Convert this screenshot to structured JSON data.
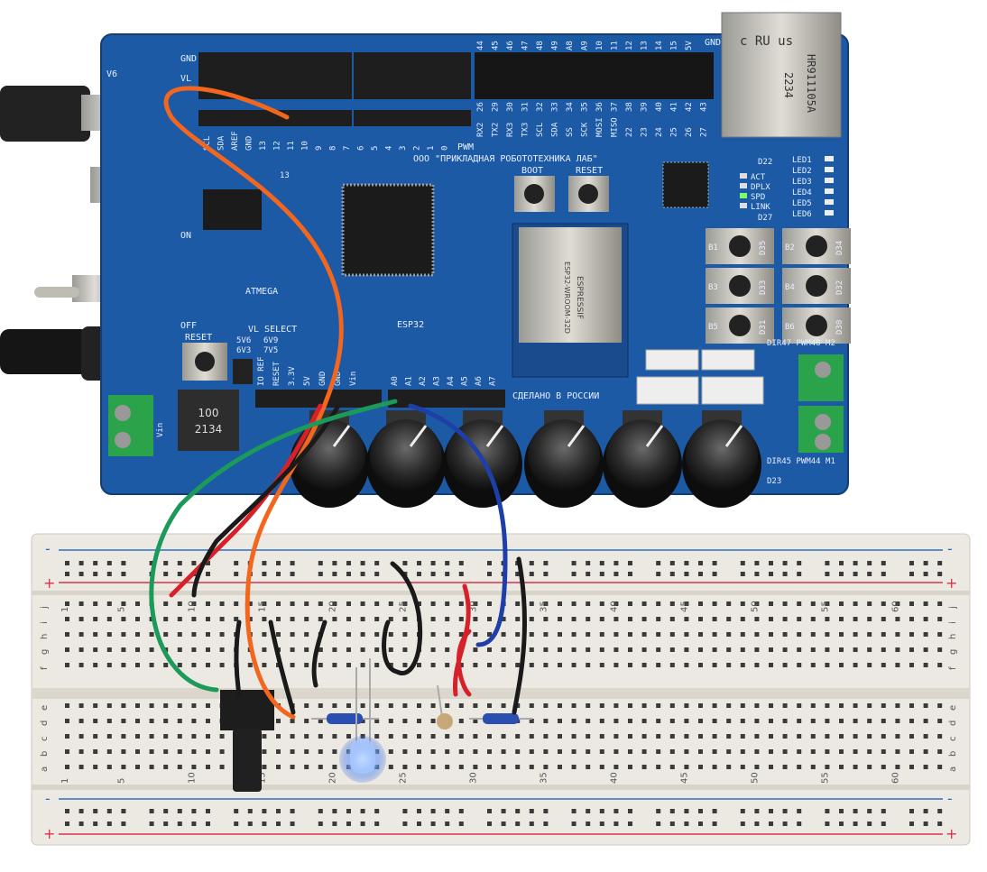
{
  "board": {
    "company": "ООО \"ПРИКЛАДНАЯ РОБОТОТЕХНИКА ЛАБ\"",
    "made_in": "СДЕЛАНО В РОССИИ",
    "pwm": "PWM",
    "boot": "BOOT",
    "reset": "RESET",
    "reset_left": "RESET",
    "esp32": "ESP32",
    "atmega": "ATMEGA",
    "vl_select": "VL SELECT",
    "vl_opts": [
      "5V6",
      "6V9",
      "6V3",
      "7V5"
    ],
    "on": "ON",
    "off": "OFF",
    "gnd_top": "GND",
    "vl": "VL",
    "v6": "V6",
    "gnd_right": "GND",
    "top_pins": [
      "44",
      "45",
      "46",
      "47",
      "48",
      "49",
      "A8",
      "A9",
      "10",
      "11",
      "12",
      "13",
      "14",
      "15",
      "5V"
    ],
    "mid_pins": [
      "26",
      "29",
      "30",
      "31",
      "32",
      "33",
      "34",
      "35",
      "36",
      "37",
      "38",
      "39",
      "40",
      "41",
      "42",
      "43"
    ],
    "mid_labels": [
      "RX2",
      "TX2",
      "RX3",
      "TX3",
      "SCL",
      "SDA",
      "SS",
      "SCK",
      "MOSI",
      "MISO",
      "22",
      "23",
      "24",
      "25",
      "26",
      "27"
    ],
    "digital_pins": [
      "SCL",
      "SDA",
      "AREF",
      "GND",
      "13",
      "12",
      "11",
      "10",
      "9",
      "8",
      "7",
      "6",
      "5",
      "4",
      "3",
      "2",
      "1",
      "0"
    ],
    "power_pins": [
      "IO REF",
      "RESET",
      "3.3V",
      "5V",
      "GND",
      "GND",
      "Vin"
    ],
    "analog_pins": [
      "A0",
      "A1",
      "A2",
      "A3",
      "A4",
      "A5",
      "A6",
      "A7"
    ],
    "eth_status": [
      "ACT",
      "DPLX",
      "SPD",
      "LINK"
    ],
    "leds": [
      "LED1",
      "LED2",
      "LED3",
      "LED4",
      "LED5",
      "LED6"
    ],
    "d22": "D22",
    "d27": "D27",
    "buttons": [
      "B1",
      "B2",
      "B3",
      "B4",
      "B5",
      "B6"
    ],
    "button_pins": [
      "D35",
      "D34",
      "D33",
      "D32",
      "D31",
      "D30"
    ],
    "m2": "DIR47 PWM46 M2",
    "m1": "DIR45 PWM44 M1",
    "d23": "D23",
    "vin": "Vin",
    "inductor": [
      "100",
      "2134"
    ],
    "module": [
      "ESPRESSIF",
      "ESP32-WROOM-32D"
    ],
    "eth_jack": [
      "HR911105A",
      "2234",
      "c RU us"
    ],
    "label_13": "13"
  },
  "breadboard": {
    "numbers": [
      "1",
      "5",
      "10",
      "15",
      "20",
      "25",
      "30",
      "35",
      "40",
      "45",
      "50",
      "55",
      "60"
    ],
    "letters_top": [
      "f",
      "g",
      "h",
      "i",
      "j"
    ],
    "letters_bottom": [
      "a",
      "b",
      "c",
      "d",
      "e"
    ],
    "plus": "+",
    "minus": "-"
  },
  "colors": {
    "pcb": "#1c5aa6",
    "breadboard": "#ece9e2",
    "wire_orange": "#f2661e",
    "wire_red": "#d8202a",
    "wire_green": "#1b9a5a",
    "wire_blue": "#1f3fa8",
    "wire_black": "#1a1a1a",
    "led_blue": "#6fa8ff"
  }
}
